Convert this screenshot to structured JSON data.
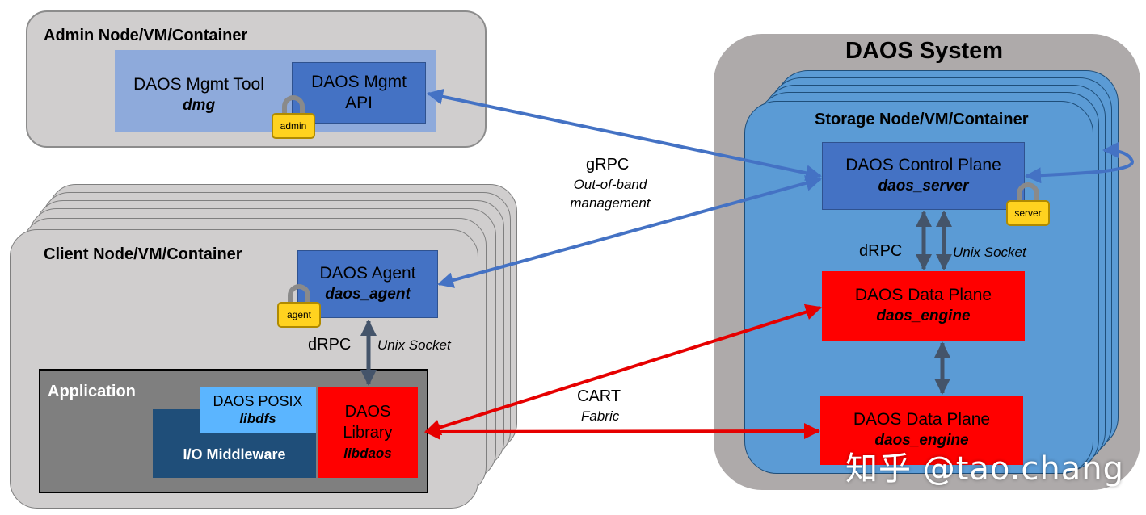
{
  "admin": {
    "title": "Admin Node/VM/Container",
    "mgmt_tool": "DAOS Mgmt Tool",
    "mgmt_tool_cmd": "dmg",
    "mgmt_api_line1": "DAOS Mgmt",
    "mgmt_api_line2": "API",
    "lock_label": "admin"
  },
  "client": {
    "title": "Client Node/VM/Container",
    "agent": "DAOS Agent",
    "agent_cmd": "daos_agent",
    "lock_label": "agent",
    "drpc": "dRPC",
    "unix_socket": "Unix Socket",
    "application": "Application",
    "posix": "DAOS POSIX",
    "posix_lib": "libdfs",
    "middleware": "I/O Middleware",
    "library_line1": "DAOS",
    "library_line2": "Library",
    "library_lib": "libdaos"
  },
  "links": {
    "grpc": "gRPC",
    "grpc_sub1": "Out-of-band",
    "grpc_sub2": "management",
    "cart": "CART",
    "cart_sub": "Fabric"
  },
  "system": {
    "title": "DAOS System",
    "storage_title": "Storage Node/VM/Container",
    "control_plane": "DAOS Control Plane",
    "control_cmd": "daos_server",
    "lock_label": "server",
    "drpc": "dRPC",
    "unix_socket": "Unix Socket",
    "data_plane": "DAOS Data Plane",
    "data_cmd": "daos_engine"
  },
  "watermark": "知乎 @tao.chang",
  "colors": {
    "grpc_arrow": "#4472c4",
    "cart_arrow": "#e60000",
    "drpc_arrow": "#44546a"
  }
}
